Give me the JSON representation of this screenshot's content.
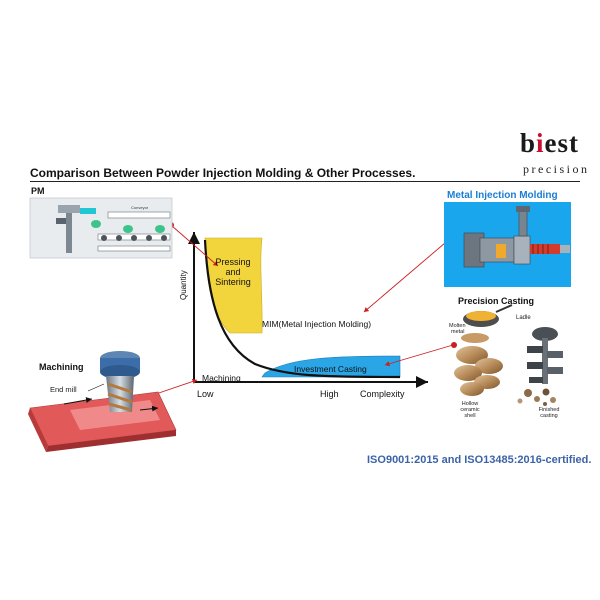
{
  "logo": {
    "brand_b": "b",
    "brand_i": "i",
    "brand_rest": "est",
    "brand_sub": "precision",
    "accent_color": "#c8102e"
  },
  "title": "Comparison Between Powder Injection Molding & Other Processes.",
  "chart": {
    "y_axis_label": "Quantity",
    "x_axis_label": "Complexity",
    "x_ticks": [
      "Low",
      "High"
    ],
    "regions": {
      "pressing_line1": "Pressing",
      "pressing_line2": "and",
      "pressing_line3": "Sintering",
      "investment": "Investment Casting",
      "mim": "MIM(Metal Injection Molding)",
      "machining": "Machining"
    },
    "colors": {
      "pressing": "#f2d43d",
      "investment": "#2aa6e6",
      "pointer": "#cc1f1f"
    }
  },
  "pm": {
    "label": "PM",
    "belt_label": "Conveyor"
  },
  "mim_panel": {
    "label": "Metal Injection Molding",
    "bg_color": "#19a6ec"
  },
  "machining": {
    "label": "Machining",
    "tool_label": "End mill"
  },
  "precision_casting": {
    "label": "Precision Casting",
    "ladle": "Ladle",
    "molten_line1": "Molten",
    "molten_line2": "metal",
    "shell_line1": "Hollow",
    "shell_line2": "ceramic",
    "shell_line3": "shell",
    "finished_line1": "Finished",
    "finished_line2": "casting"
  },
  "certification": "ISO9001:2015 and ISO13485:2016-certified."
}
